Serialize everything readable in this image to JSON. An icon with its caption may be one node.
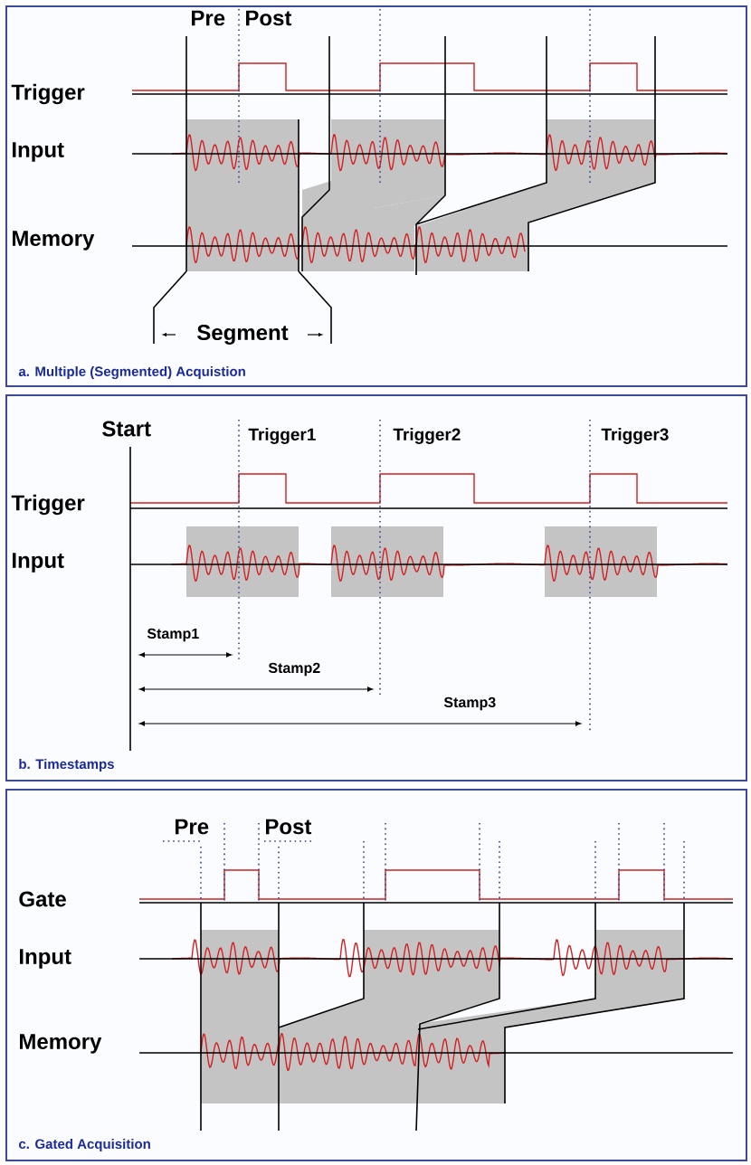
{
  "diagram": {
    "nodes": [
      {
        "text": [
          "a. Multiple (Segmented) Acquistion"
        ]
      },
      {
        "text": [
          "b. Timestamps"
        ]
      },
      {
        "text": [
          "c. Gated Acquisition"
        ]
      }
    ],
    "labels": [
      "Pre",
      "Post",
      "Trigger",
      "Input",
      "Memory",
      "Segment",
      "Start",
      "Trigger1",
      "Trigger2",
      "Trigger3",
      "Trigger",
      "Input",
      "Stamp1",
      "Stamp2",
      "Stamp3",
      "Pre",
      "Post",
      "Gate",
      "Input",
      "Memory"
    ]
  }
}
